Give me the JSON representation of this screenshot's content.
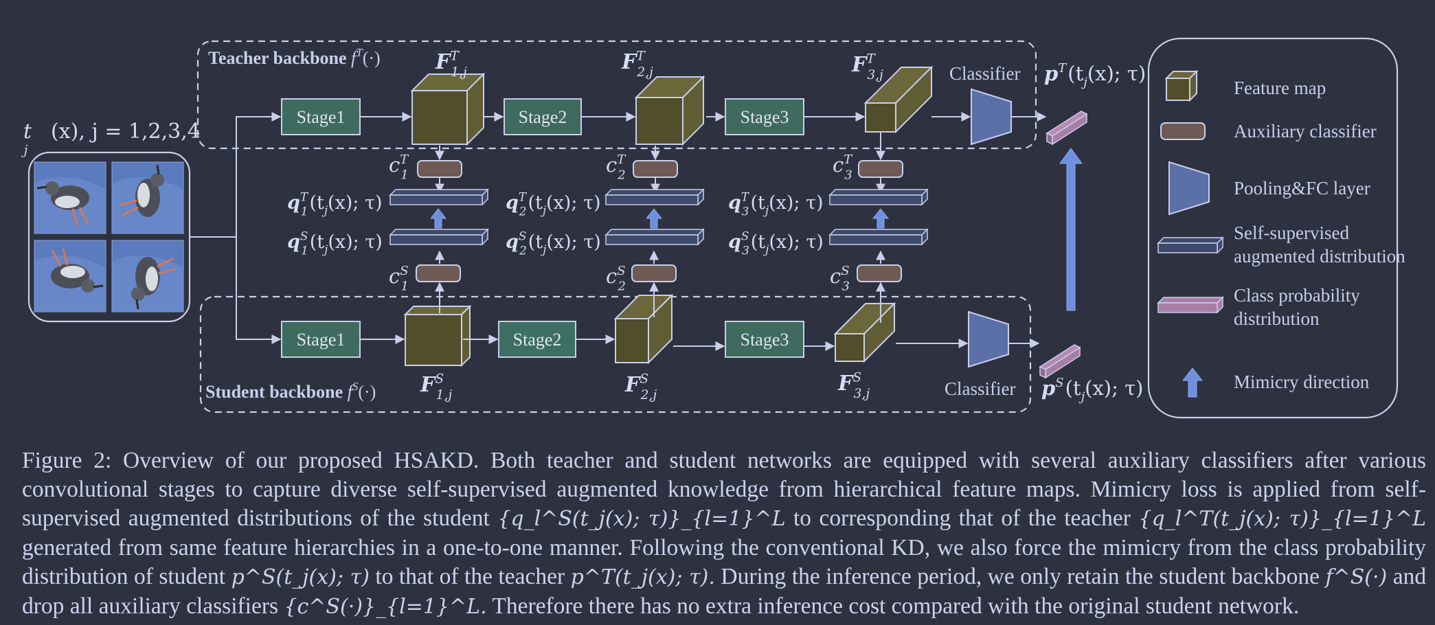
{
  "teacher": {
    "backbone_label": "Teacher backbone",
    "backbone_func": "f",
    "backbone_func_sup": "T",
    "backbone_func_arg": "(·)",
    "stages": [
      "Stage1",
      "Stage2",
      "Stage3"
    ],
    "features": [
      {
        "name": "F",
        "sup": "T",
        "sub": "1,j"
      },
      {
        "name": "F",
        "sup": "T",
        "sub": "2,j"
      },
      {
        "name": "F",
        "sup": "T",
        "sub": "3,j"
      }
    ],
    "aux": [
      {
        "name": "c",
        "sup": "T",
        "sub": "1"
      },
      {
        "name": "c",
        "sup": "T",
        "sub": "2"
      },
      {
        "name": "c",
        "sup": "T",
        "sub": "3"
      }
    ],
    "dists": [
      {
        "name": "q",
        "sup": "T",
        "sub": "1",
        "arg": "(t",
        "argsub": "j",
        "argrest": "(x); τ)"
      },
      {
        "name": "q",
        "sup": "T",
        "sub": "2",
        "arg": "(t",
        "argsub": "j",
        "argrest": "(x); τ)"
      },
      {
        "name": "q",
        "sup": "T",
        "sub": "3",
        "arg": "(t",
        "argsub": "j",
        "argrest": "(x); τ)"
      }
    ],
    "classifier": "Classifier",
    "prob": {
      "name": "p",
      "sup": "T",
      "arg": "(t",
      "argsub": "j",
      "argrest": "(x); τ)"
    }
  },
  "student": {
    "backbone_label": "Student backbone",
    "backbone_func": "f",
    "backbone_func_sup": "S",
    "backbone_func_arg": "(·)",
    "stages": [
      "Stage1",
      "Stage2",
      "Stage3"
    ],
    "features": [
      {
        "name": "F",
        "sup": "S",
        "sub": "1,j"
      },
      {
        "name": "F",
        "sup": "S",
        "sub": "2,j"
      },
      {
        "name": "F",
        "sup": "S",
        "sub": "3,j"
      }
    ],
    "aux": [
      {
        "name": "c",
        "sup": "S",
        "sub": "1"
      },
      {
        "name": "c",
        "sup": "S",
        "sub": "2"
      },
      {
        "name": "c",
        "sup": "S",
        "sub": "3"
      }
    ],
    "dists": [
      {
        "name": "q",
        "sup": "S",
        "sub": "1",
        "arg": "(t",
        "argsub": "j",
        "argrest": "(x); τ)"
      },
      {
        "name": "q",
        "sup": "S",
        "sub": "2",
        "arg": "(t",
        "argsub": "j",
        "argrest": "(x); τ)"
      },
      {
        "name": "q",
        "sup": "S",
        "sub": "3",
        "arg": "(t",
        "argsub": "j",
        "argrest": "(x); τ)"
      }
    ],
    "classifier": "Classifier",
    "prob": {
      "name": "p",
      "sup": "S",
      "arg": "(t",
      "argsub": "j",
      "argrest": "(x); τ)"
    }
  },
  "input": {
    "t": "t",
    "tsub": "j",
    "rest": "(x), j = 1,2,3,4"
  },
  "legend": {
    "items": [
      {
        "label": [
          "Feature map"
        ],
        "icon": "feature-map-cube-icon"
      },
      {
        "label": [
          "Auxiliary classifier"
        ],
        "icon": "auxiliary-classifier-icon"
      },
      {
        "label": [
          "Pooling&FC layer"
        ],
        "icon": "pooling-fc-trapezoid-icon"
      },
      {
        "label": [
          "Self-supervised",
          "augmented distribution"
        ],
        "icon": "self-supervised-bar-icon"
      },
      {
        "label": [
          "Class probability",
          "distribution"
        ],
        "icon": "class-probability-bar-icon"
      },
      {
        "label": [
          "Mimicry direction"
        ],
        "icon": "mimicry-arrow-icon"
      }
    ]
  },
  "colors": {
    "background": "#2e3140",
    "stage_fill": "#3f6a5e",
    "stage2_student_fill": "#3d6f62",
    "cube_front": "#524d2a",
    "cube_top": "#6b673a",
    "cube_side": "#605c33",
    "aux_fill": "#6e5a55",
    "classifier_fill": "#5b6fa8",
    "prob_bar": "#a77ea6",
    "mimicry_arrow": "#6f8fe0",
    "line": "#c9cfea"
  },
  "caption": {
    "figure": "Figure 2:",
    "s1": "Overview of our proposed HSAKD. Both teacher and student networks are equipped with several auxiliary classifiers after various convolutional stages to capture diverse self-supervised augmented knowledge from hierarchical feature maps. Mimicry loss is applied from self-supervised augmented distributions of the student",
    "m1": "{q_l^S(t_j(x); τ)}_{l=1}^L",
    "s2": "to corresponding that of the teacher",
    "m2": "{q_l^T(t_j(x); τ)}_{l=1}^L",
    "s3": "generated from same feature hierarchies in a one-to-one manner. Following the conventional KD, we also force the mimicry from the class probability distribution of student",
    "m3": "p^S(t_j(x); τ)",
    "s4": "to that of the teacher",
    "m4": "p^T(t_j(x); τ).",
    "s5": "During the inference period, we only retain the student backbone",
    "m5": "f^S(·)",
    "s6": "and drop all auxiliary classifiers",
    "m6": "{c^S(·)}_{l=1}^L.",
    "s7": "Therefore there has no extra inference cost compared with the original student network."
  }
}
